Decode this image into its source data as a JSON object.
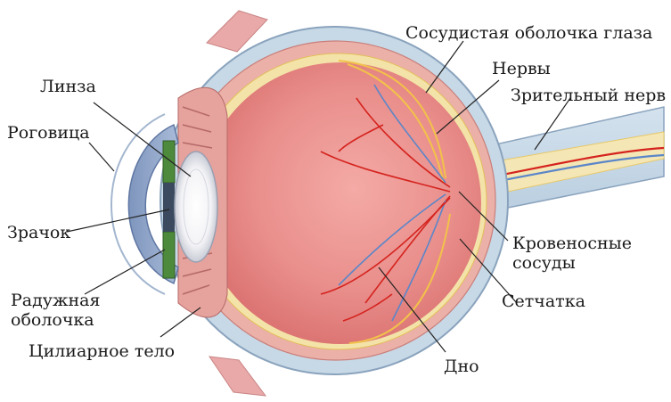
{
  "labels": {
    "lens": "Линза",
    "cornea": "Роговица",
    "pupil": "Зрачок",
    "iris": "Радужная оболочка",
    "ciliary_body": "Цилиарное тело",
    "choroid": "Сосудистая оболочка глаза",
    "nerves": "Нервы",
    "optic_nerve": "Зрительный нерв",
    "blood_vessels": "Кровеносные сосуды",
    "retina": "Сетчатка",
    "fundus": "Дно"
  },
  "colors": {
    "sclera": "#c7d9e6",
    "choroid": "#e79a94",
    "interior": "#e48a88",
    "retina": "#f4e3a8",
    "nerve_yellow": "#f2c24a",
    "artery": "#d5231e",
    "vein": "#5b86c8",
    "cornea": "#8fa6c9",
    "iris": "#4e8a3b"
  }
}
